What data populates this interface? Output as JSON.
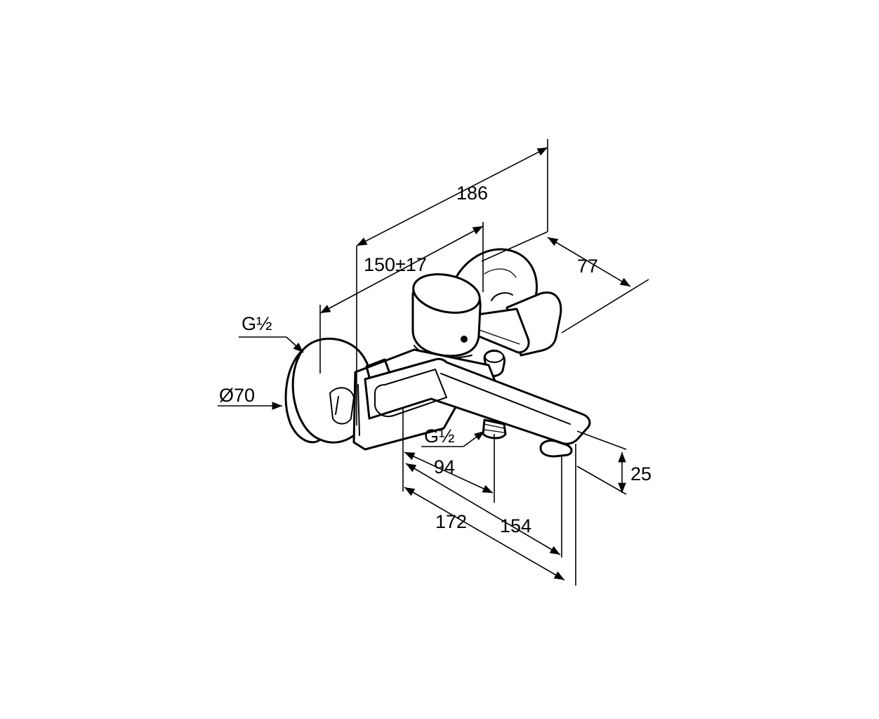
{
  "diagram": {
    "labels": {
      "overall_length": "186",
      "inlet_centres": "150±17",
      "projection": "77",
      "inlet_thread": "G½",
      "rosette_diameter": "Ø70",
      "outlet_thread": "G½",
      "outlet_distance": "94",
      "spout_length_total": "172",
      "spout_length": "154",
      "spout_height": "25"
    }
  }
}
